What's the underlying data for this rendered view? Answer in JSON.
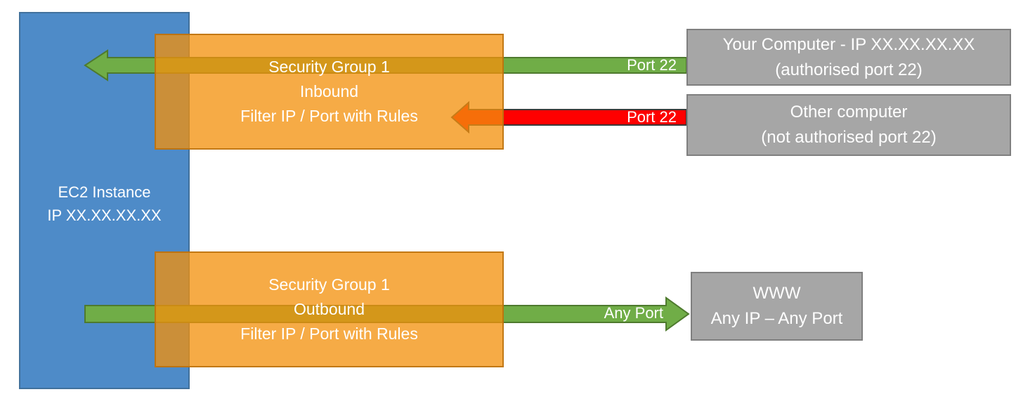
{
  "nodes": {
    "ec2": {
      "lines": [
        "EC2 Instance",
        "IP XX.XX.XX.XX"
      ]
    },
    "sg_inbound": {
      "lines": [
        "Security Group 1",
        "Inbound",
        "Filter IP / Port with Rules"
      ]
    },
    "sg_outbound": {
      "lines": [
        "Security Group 1",
        "Outbound",
        "Filter IP / Port with Rules"
      ]
    },
    "your_computer": {
      "lines": [
        "Your Computer - IP XX.XX.XX.XX",
        "(authorised port 22)"
      ]
    },
    "other_computer": {
      "lines": [
        "Other computer",
        "(not authorised port 22)"
      ]
    },
    "www": {
      "lines": [
        "WWW",
        "Any IP – Any Port"
      ]
    }
  },
  "arrow_labels": {
    "inbound_allowed": "Port 22",
    "inbound_blocked": "Port 22",
    "outbound": "Any Port"
  },
  "arrows": [
    {
      "name": "inbound-allowed-arrow",
      "direction": "left",
      "color": "#70AD47"
    },
    {
      "name": "inbound-blocked-arrow",
      "direction": "left",
      "color": "#FF0000"
    },
    {
      "name": "outbound-allowed-arrow",
      "direction": "right",
      "color": "#70AD47"
    }
  ],
  "colors": {
    "blue": "#4E8BC8",
    "blue_border": "#41719C",
    "orange": "#F3900C",
    "orange_border": "#B86E0D",
    "green": "#70AD47",
    "green_border": "#4E7A2E",
    "red": "#FF0000",
    "red_border": "#3B3B3B",
    "gray": "#A6A6A6",
    "gray_border": "#7F7F7F",
    "text": "#FFFFFF"
  }
}
